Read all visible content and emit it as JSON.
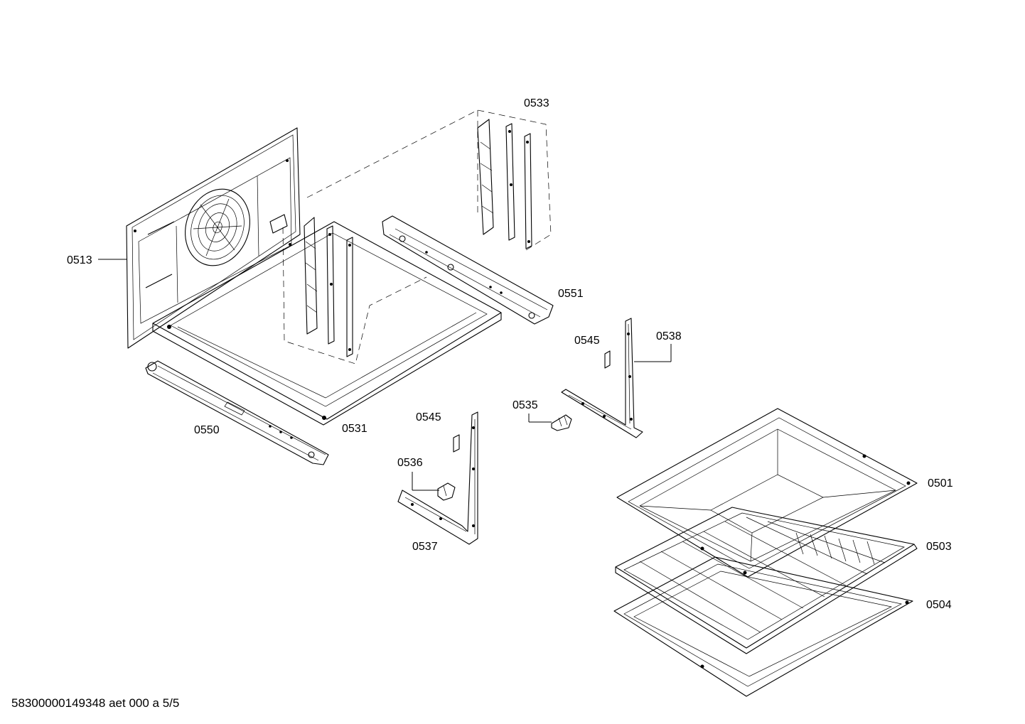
{
  "labels": {
    "p0533": "0533",
    "p0513": "0513",
    "p0551": "0551",
    "p0545a": "0545",
    "p0538": "0538",
    "p0535": "0535",
    "p0545b": "0545",
    "p0550": "0550",
    "p0531": "0531",
    "p0536": "0536",
    "p0537": "0537",
    "p0501": "0501",
    "p0503": "0503",
    "p0504": "0504"
  },
  "footer": {
    "doc_id": "58300000149348 aet 000 a 5/5"
  }
}
